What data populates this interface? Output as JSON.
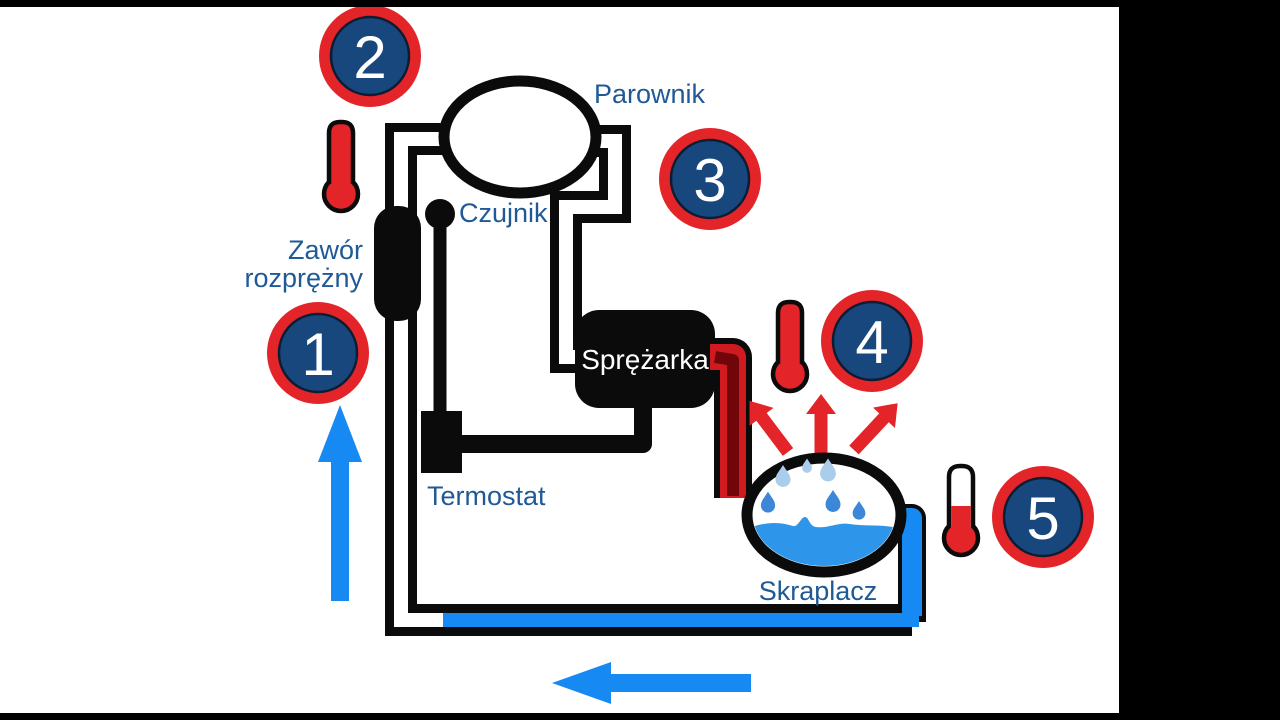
{
  "title": "Refrigeration cycle diagram (Polish)",
  "labels": {
    "parownik": "Parownik",
    "czujnik": "Czujnik",
    "zawor_line1": "Zawór",
    "zawor_line2": "rozprężny",
    "termostat": "Termostat",
    "sprezarka": "Sprężarka",
    "skraplacz": "Skraplacz"
  },
  "badges": {
    "b1": "1",
    "b2": "2",
    "b3": "3",
    "b4": "4",
    "b5": "5"
  },
  "colors": {
    "accent_red": "#e32428",
    "badge_navy": "#17477c",
    "label_blue": "#1f5a96",
    "flow_blue": "#1789f2",
    "water_blue": "#2e96ea",
    "drop_light": "#aacdec",
    "drop_dark": "#3d87d8",
    "pipe_red_outer": "#cf1b20",
    "pipe_red_core": "#70060a",
    "component_black": "#0b0b0b",
    "letterbox_black": "#000000"
  },
  "icons": {
    "thermometer_full": "thermometer-full-icon",
    "thermometer_partial": "thermometer-partial-icon",
    "heat_arrow": "heat-arrow-icon",
    "flow_arrow": "flow-arrow-icon",
    "droplet": "droplet-icon"
  }
}
